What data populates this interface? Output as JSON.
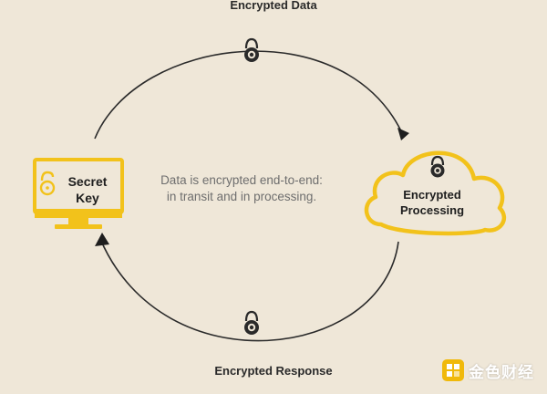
{
  "diagram": {
    "top_label": "Encrypted Data",
    "bottom_label": "Encrypted Response",
    "center_text_line1": "Data is encrypted end-to-end:",
    "center_text_line2": "in transit and in processing.",
    "left_node": {
      "line1": "Secret",
      "line2": "Key",
      "icon": "unlocked-padlock-icon"
    },
    "right_node": {
      "line1": "Encrypted",
      "line2": "Processing",
      "icon": "locked-padlock-icon"
    }
  },
  "watermark": {
    "text": "金色财经",
    "logo_icon": "golden-finance-logo-icon"
  },
  "colors": {
    "background": "#efe7d8",
    "accent_yellow": "#f2c21b",
    "stroke_dark": "#2a2a2a",
    "text_gray": "#6e6e6e"
  }
}
